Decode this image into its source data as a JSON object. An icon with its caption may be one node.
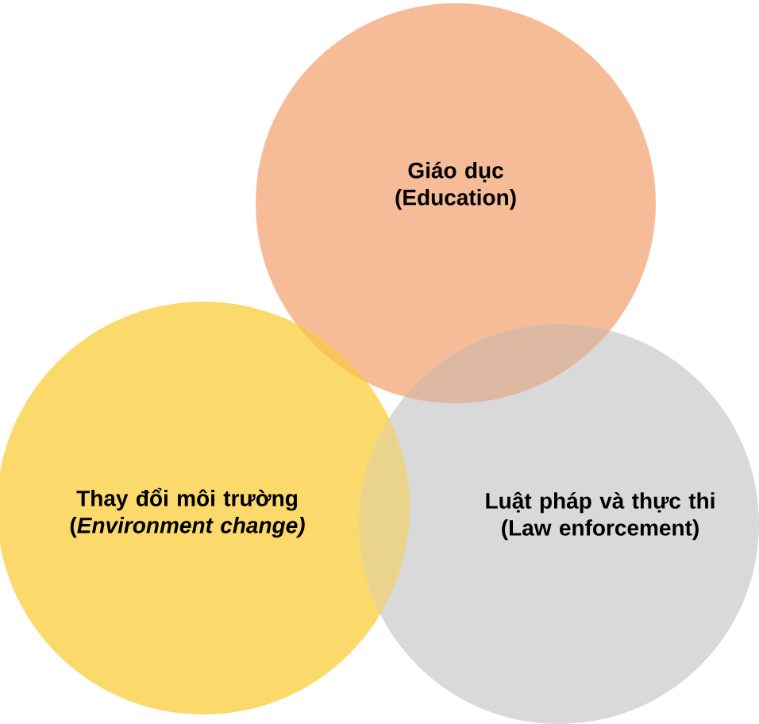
{
  "diagram": {
    "nodes": [
      {
        "text": [
          "Giáo dục (Education)"
        ]
      },
      {
        "text": [
          "Thay đổi môi trường (*Environment change)*"
        ]
      },
      {
        "text": [
          "Luật pháp và thực thi (Law enforcement)"
        ]
      }
    ]
  }
}
